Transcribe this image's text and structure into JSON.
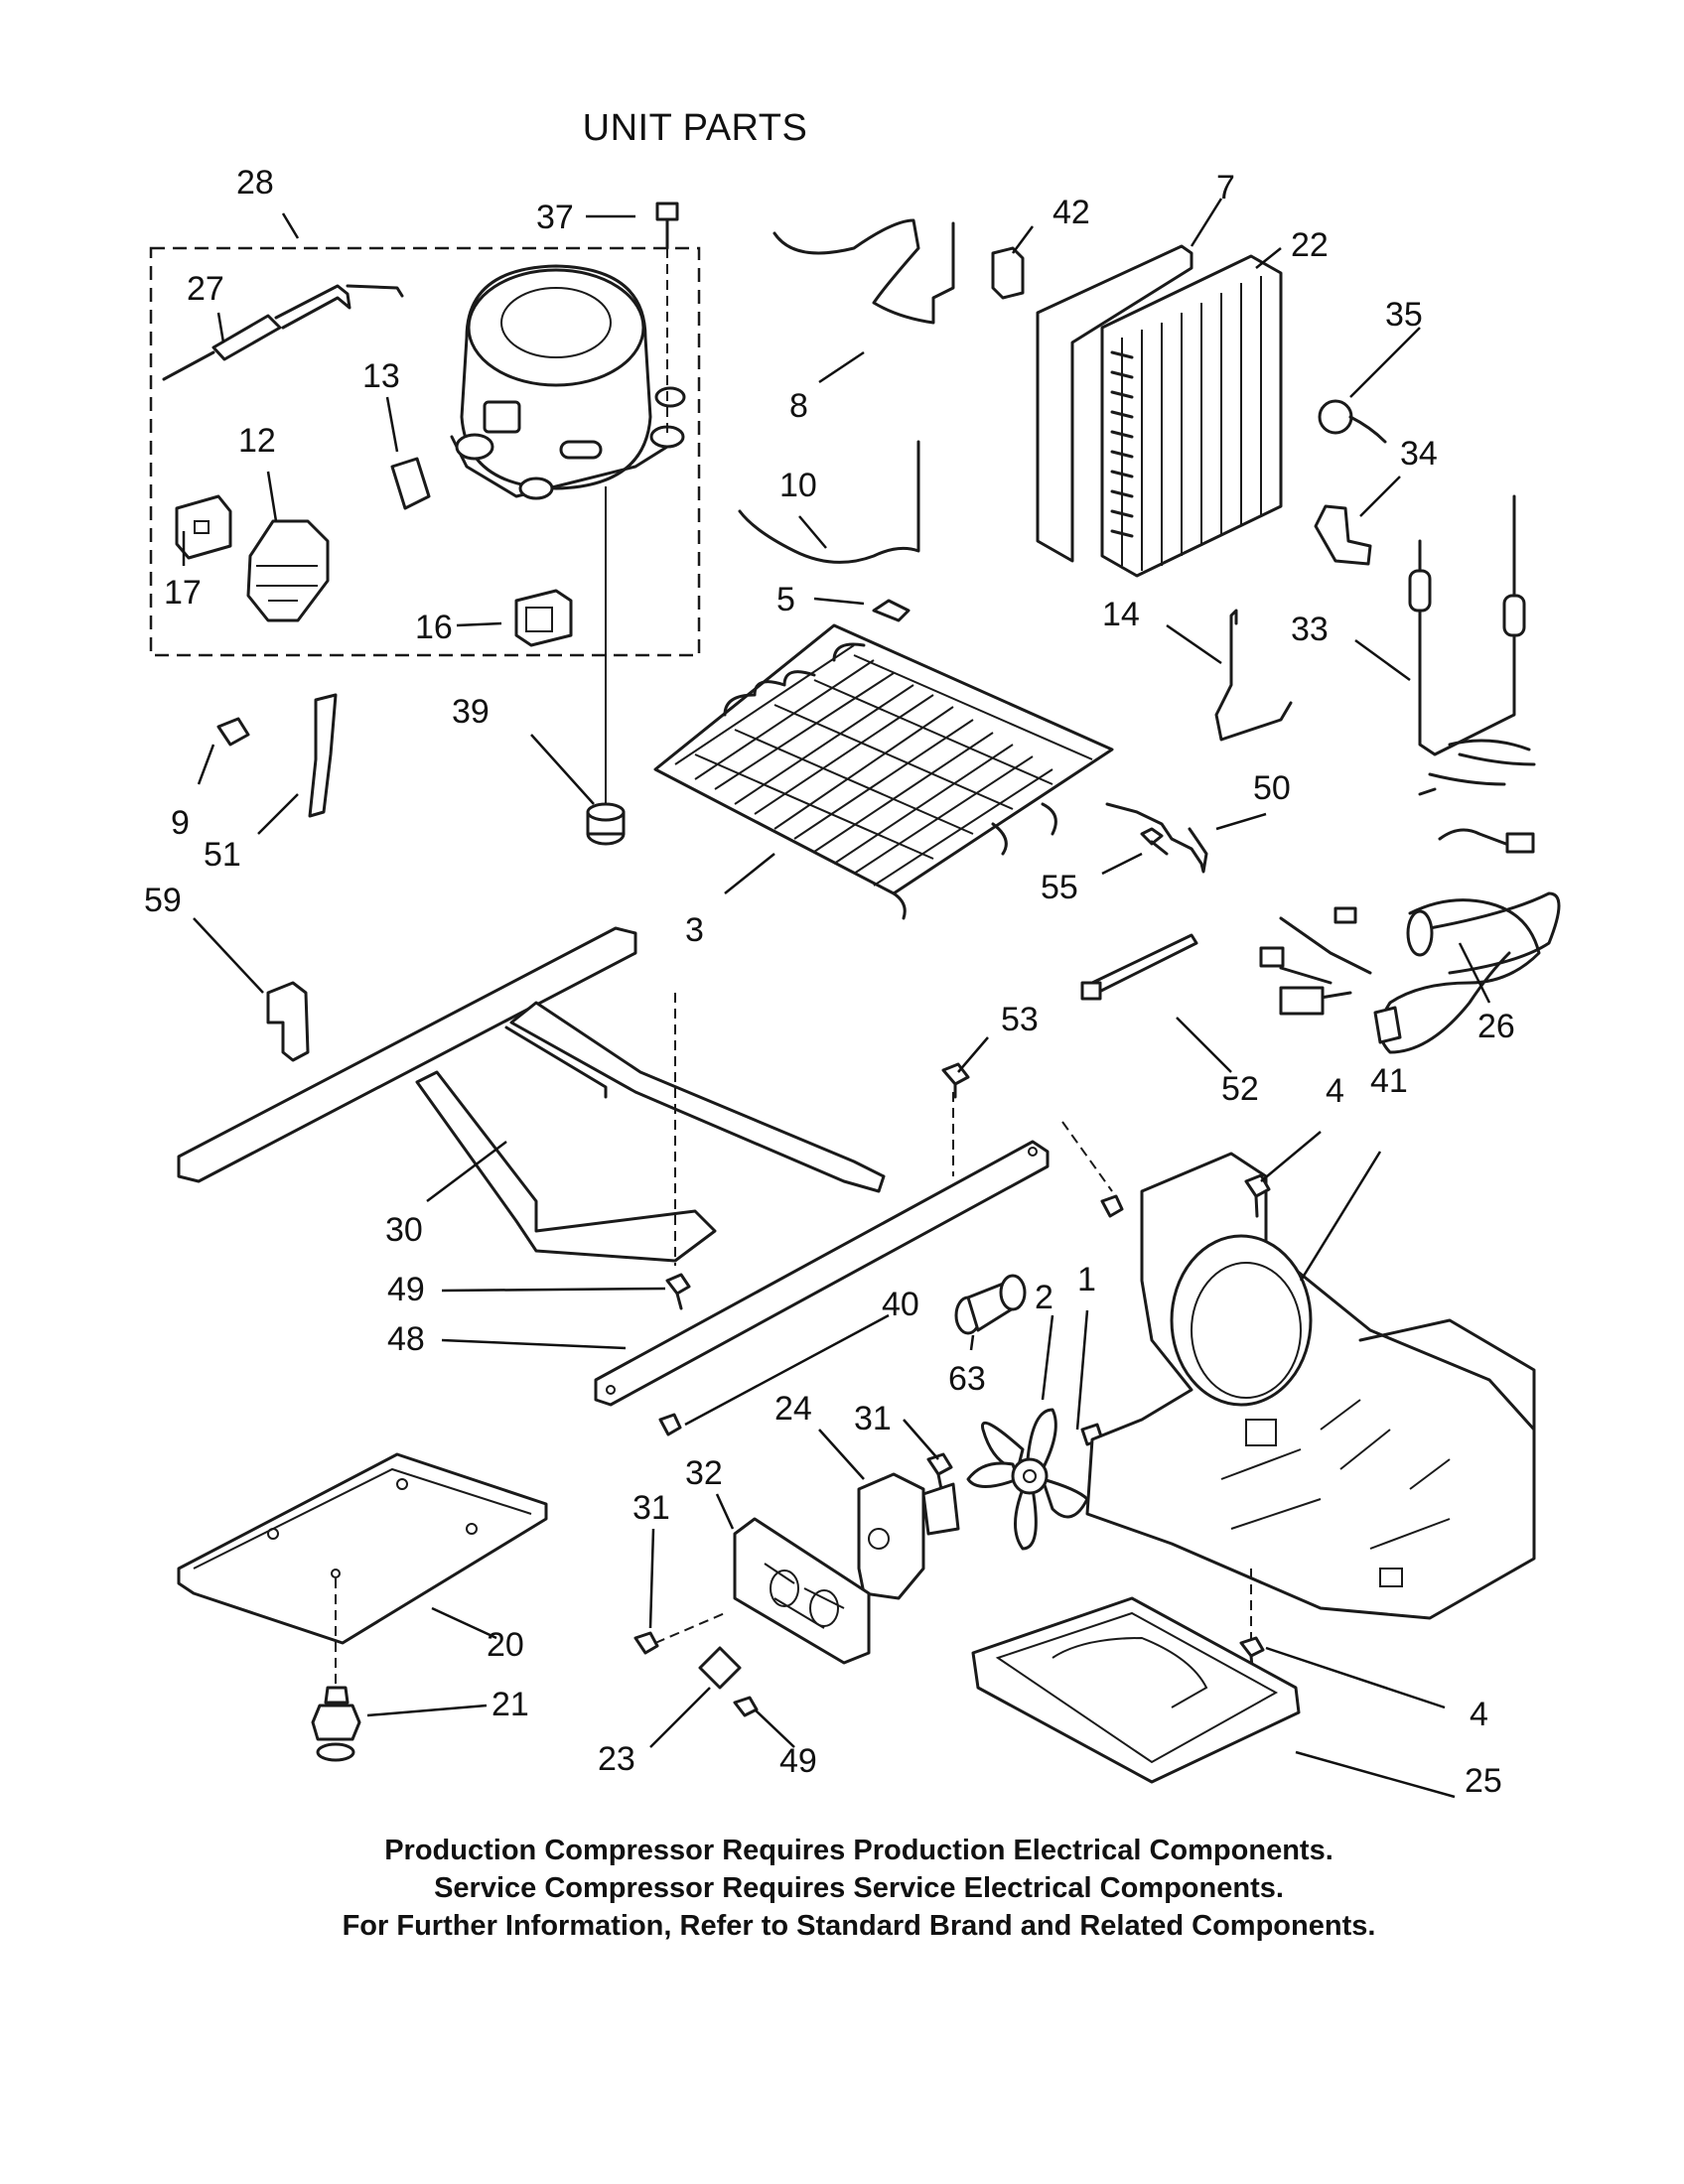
{
  "title": "UNIT PARTS",
  "notes": [
    "Production Compressor Requires Production Electrical Components.",
    "Service Compressor Requires Service Electrical Components.",
    "For Further Information, Refer to Standard Brand and Related Components."
  ],
  "callouts": {
    "c28": "28",
    "c37": "37",
    "c27": "27",
    "c13": "13",
    "c12": "12",
    "c17": "17",
    "c16": "16",
    "c8": "8",
    "c42": "42",
    "c7": "7",
    "c22": "22",
    "c35": "35",
    "c34": "34",
    "c10": "10",
    "c5": "5",
    "c14": "14",
    "c33": "33",
    "c39": "39",
    "c9": "9",
    "c51": "51",
    "c59": "59",
    "c3": "3",
    "c50": "50",
    "c55": "55",
    "c53": "53",
    "c52": "52",
    "c26": "26",
    "c4a": "4",
    "c41": "41",
    "c30": "30",
    "c49a": "49",
    "c48": "48",
    "c40": "40",
    "c2": "2",
    "c1": "1",
    "c63": "63",
    "c31a": "31",
    "c24": "24",
    "c32": "32",
    "c31b": "31",
    "c20": "20",
    "c21": "21",
    "c23": "23",
    "c49b": "49",
    "c4b": "4",
    "c25": "25"
  }
}
